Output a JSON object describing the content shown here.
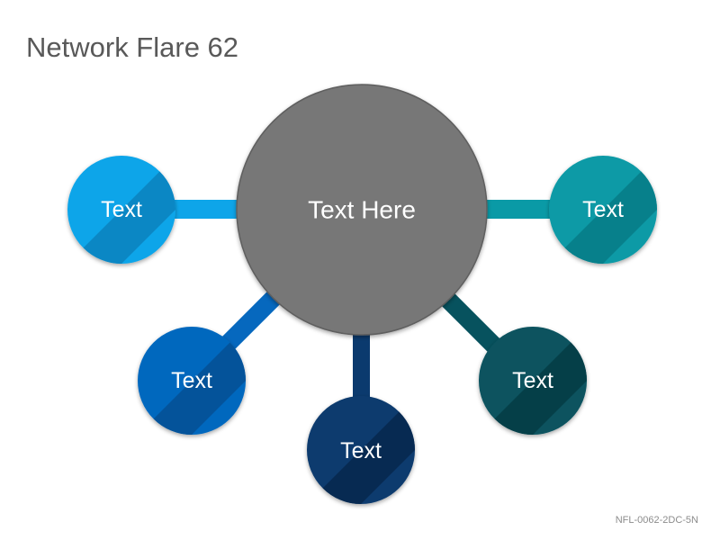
{
  "title": "Network Flare 62",
  "footer_code": "NFL-0062-2DC-5N",
  "hub": {
    "label": "Text Here",
    "color": "#777777"
  },
  "nodes": [
    {
      "label": "Text",
      "color": "#0ea5e9",
      "color_dark": "#0b87c4"
    },
    {
      "label": "Text",
      "color": "#0668be",
      "color_dark": "#04539a"
    },
    {
      "label": "Text",
      "color": "#0b3a6e",
      "color_dark": "#072a52"
    },
    {
      "label": "Text",
      "color": "#07525e",
      "color_dark": "#053f48"
    },
    {
      "label": "Text",
      "color": "#0a9aa6",
      "color_dark": "#07808b"
    }
  ]
}
